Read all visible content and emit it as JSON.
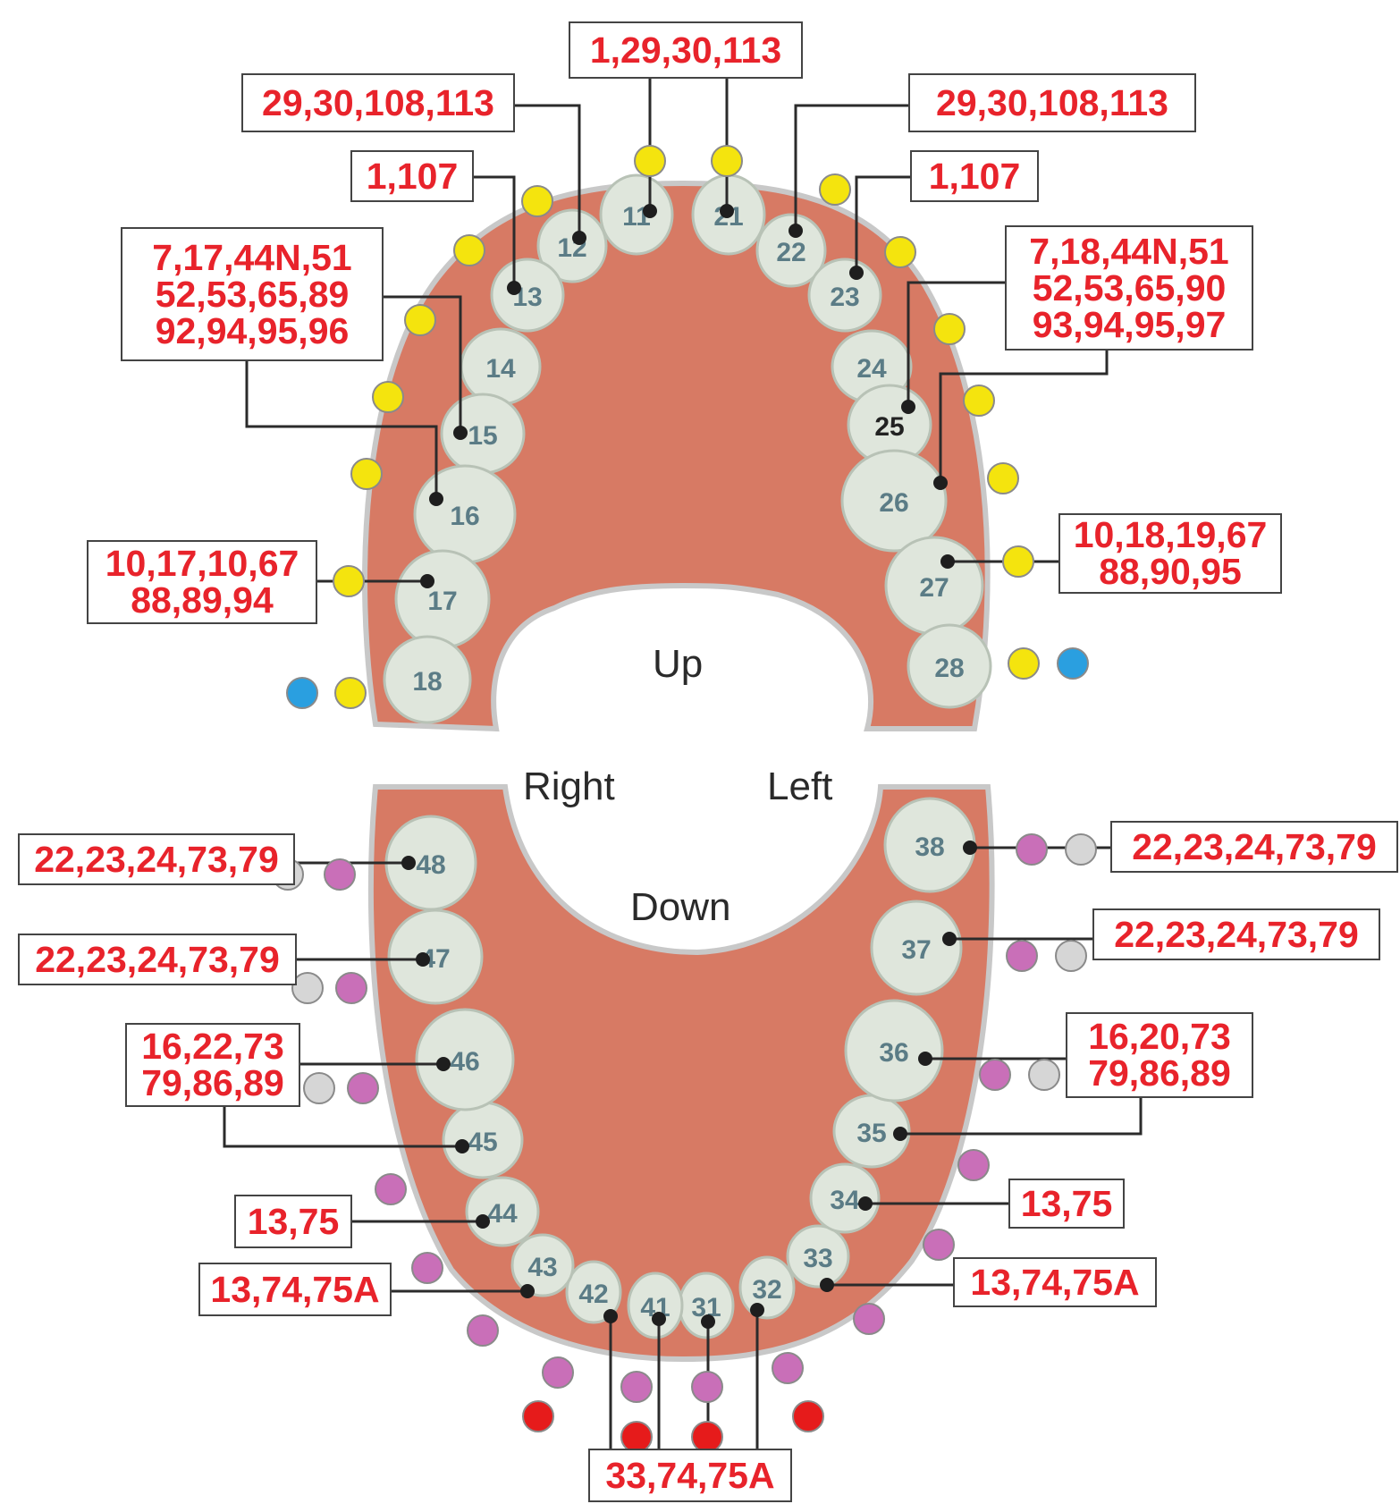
{
  "regions": {
    "up": "Up",
    "down": "Down",
    "right": "Right",
    "left": "Left"
  },
  "colors": {
    "gum": "#d77a64",
    "gum_dark": "#c2654f",
    "tooth": "#dfe6dc",
    "label_text": "#e8232b",
    "yellow": "#f4e40e",
    "blue": "#2a9fe0",
    "purple": "#c96fb8",
    "grey": "#d6d6d6",
    "red": "#e61b1b",
    "line": "#2b2b2b"
  },
  "upper_teeth": [
    "11",
    "12",
    "13",
    "14",
    "15",
    "16",
    "17",
    "18",
    "21",
    "22",
    "23",
    "24",
    "25",
    "26",
    "27",
    "28"
  ],
  "lower_teeth": [
    "31",
    "32",
    "33",
    "34",
    "35",
    "36",
    "37",
    "38",
    "41",
    "42",
    "43",
    "44",
    "45",
    "46",
    "47",
    "48"
  ],
  "labels": {
    "t11_21": "1,29,30,113",
    "t12": "29,30,108,113",
    "t22": "29,30,108,113",
    "t13": "1,107",
    "t23": "1,107",
    "t15_16": "7,17,44N,51\n52,53,65,89\n92,94,95,96",
    "t25_26": "7,18,44N,51\n52,53,65,90\n93,94,95,97",
    "t17": "10,17,10,67\n88,89,94",
    "t27": "10,18,19,67\n88,90,95",
    "t48": "22,23,24,73,79",
    "t38": "22,23,24,73,79",
    "t47": "22,23,24,73,79",
    "t37": "22,23,24,73,79",
    "t46_45": "16,22,73\n79,86,89",
    "t36_35": "16,20,73\n79,86,89",
    "t44": "13,75",
    "t34": "13,75",
    "t43": "13,74,75A",
    "t33": "13,74,75A",
    "t42_31": "33,74,75A"
  }
}
